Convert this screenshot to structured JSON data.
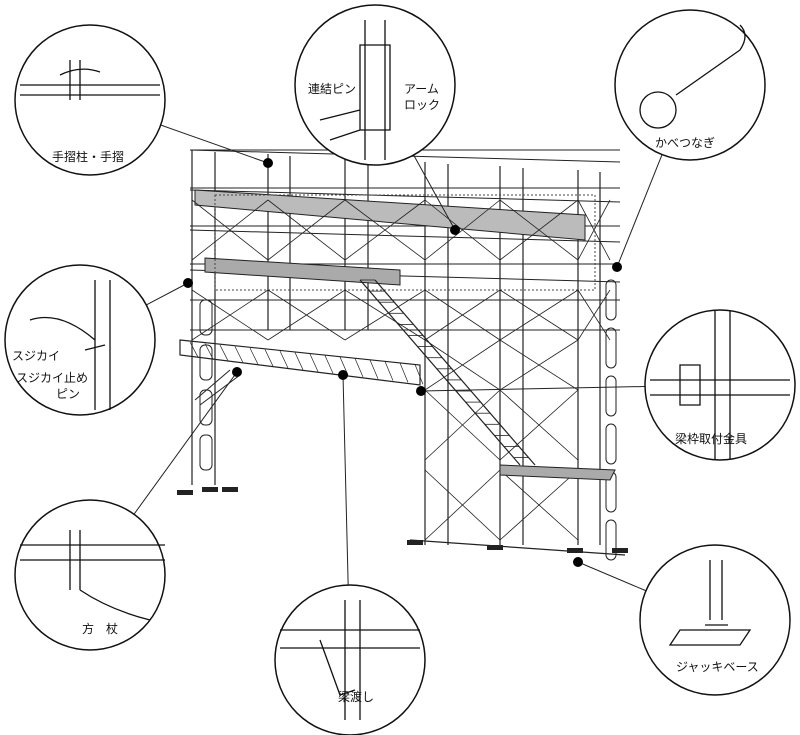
{
  "callouts": {
    "handrail": {
      "label": "手摺柱・手摺"
    },
    "connecting_pin": {
      "label": "連結ピン"
    },
    "arm_lock": {
      "label_line1": "アーム",
      "label_line2": "ロック"
    },
    "wall_tie": {
      "label": "かべつなぎ"
    },
    "brace": {
      "label": "スジカイ"
    },
    "brace_pin": {
      "label_line1": "スジカイ止め",
      "label_line2": "ピン"
    },
    "beam_frame_fitting": {
      "label": "梁枠取付金具"
    },
    "knee_brace": {
      "label": "方　杖"
    },
    "beam_bridge": {
      "label": "梁渡し"
    },
    "jack_base": {
      "label": "ジャッキベース"
    }
  }
}
